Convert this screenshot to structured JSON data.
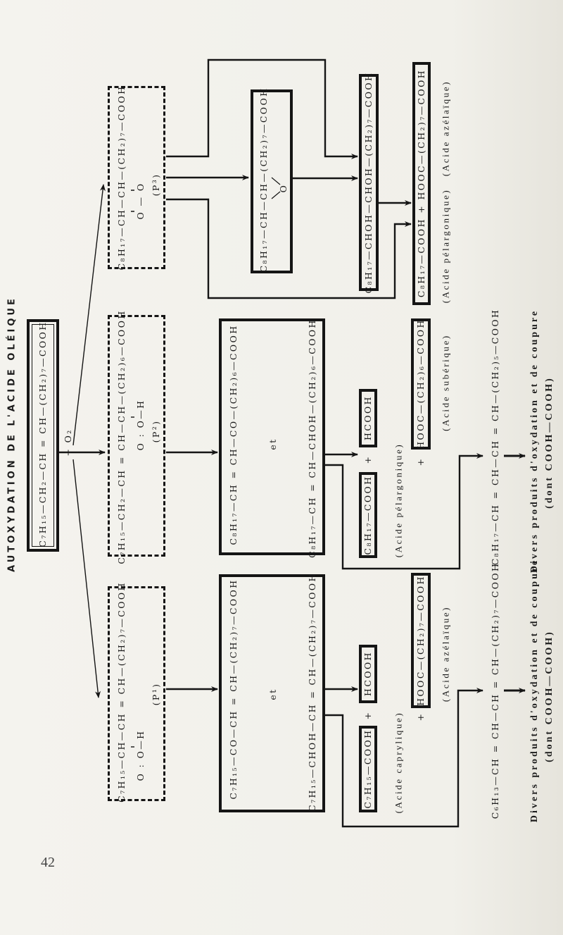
{
  "title": "AUTOXYDATION DE L'ACIDE OLÉIQUE",
  "start_formula": "C₇H₁₅—CH₂—CH = CH—(CH₂)₇—COOH",
  "reagent": "+ O₂",
  "hydroperoxides": [
    {
      "formula": "C₈H₁₇—CH—CH—(CH₂)₇—COOH",
      "substituent": "O — O",
      "label": "(P³)"
    },
    {
      "formula": "C₇H₁₅—CH₂—CH = CH—CH—(CH₂)₆—COOH",
      "substituent": "O : O—H",
      "label": "(P²)"
    },
    {
      "formula": "C₇H₁₅—CH—CH = CH—(CH₂)₇—COOH",
      "substituent": "O : O—H",
      "label": "(P¹)"
    }
  ],
  "epoxide": {
    "formula": "C₈H₁₇—CH—CH—(CH₂)₇—COOH",
    "bridge": "O"
  },
  "diol": "C₈H₁₇—CHOH—CHOH—(CH₂)₇—COOH",
  "top_products": {
    "formula": "C₈H₁₇—COOH   +   HOOC—(CH₂)₇—COOH",
    "label_left": "(Acide pélargonique)",
    "label_right": "(Acide azélaïque)"
  },
  "middle_branch": {
    "line1": "C₈H₁₇—CH = CH—CO—(CH₂)₆—COOH",
    "et": "et",
    "line2": "C₈H₁₇—CH = CH—CHOH—(CH₂)₆—COOH",
    "formic": "HCOOH",
    "plus1": "+",
    "acid": "C₈H₁₇—COOH",
    "acid_label": "(Acide pélargonique)",
    "diacid": "HOOC—(CH₂)₆—COOH",
    "diacid_label": "(Acide subérique)",
    "plus2": "+",
    "diene": "C₈H₁₇—CH = CH—CH = CH—(CH₂)₅—COOH",
    "divers": "Divers produits d'oxydation et de coupure",
    "dont": "(dont COOH—COOH)"
  },
  "bottom_branch": {
    "line1": "C₇H₁₅—CO—CH = CH—(CH₂)₇—COOH",
    "et": "et",
    "line2": "C₇H₁₅—CHOH—CH = CH—(CH₂)₇—COOH",
    "formic": "HCOOH",
    "plus1": "+",
    "acid": "C₇H₁₅—COOH",
    "acid_label": "(Acide caprylique)",
    "diacid": "HOOC—(CH₂)₇—COOH",
    "diacid_label": "(Acide azélaïque)",
    "plus2": "+",
    "diene": "C₆H₁₃—CH = CH—CH = CH—(CH₂)₇—COOH",
    "divers": "Divers produits d'oxydation et de coupure",
    "dont": "(dont COOH—COOH)"
  },
  "page_number": "42"
}
